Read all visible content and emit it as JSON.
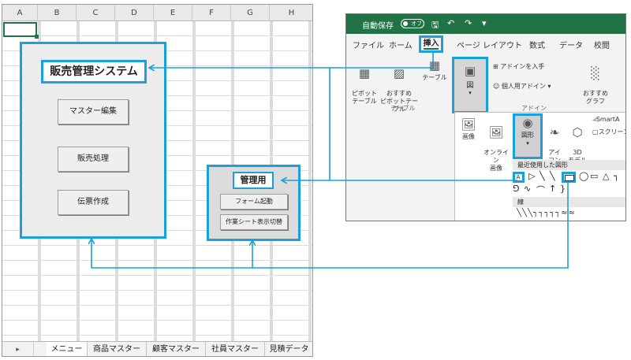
{
  "spreadsheet": {
    "columns": [
      "A",
      "B",
      "C",
      "D",
      "E",
      "F",
      "G",
      "H"
    ],
    "title": "販売管理システム",
    "buttons": [
      "マスター編集",
      "販売処理",
      "伝票作成"
    ],
    "admin": {
      "label": "管理用",
      "buttons": [
        "フォーム起動",
        "作業シート表示切替"
      ]
    },
    "tab_nav": "▸",
    "sheet_tabs": [
      "メニュー",
      "商品マスター",
      "顧客マスター",
      "社員マスター",
      "見積データ"
    ]
  },
  "ribbon": {
    "autosave_label": "自動保存",
    "autosave_state": "オフ",
    "tabs": [
      "ファイル",
      "ホーム",
      "挿入",
      "ページ レイアウト",
      "数式",
      "データ",
      "校閲"
    ],
    "active_tab": "挿入",
    "table_group": {
      "items": [
        {
          "label": "ピボット\nテーブル",
          "icon": "pivot-table-icon"
        },
        {
          "label": "おすすめ\nピボットテーブル",
          "icon": "recommended-pivot-icon"
        },
        {
          "label": "テーブル",
          "icon": "table-icon"
        }
      ],
      "label": "テーブル"
    },
    "illustration_button": "図",
    "addin_group": {
      "get_addins": "アドインを入手",
      "my_addins": "個人用アドイン",
      "label": "アドイン"
    },
    "chart_group": {
      "recommended": "おすすめ\nグラフ"
    },
    "dropdown": {
      "items": [
        "画像",
        "オンライン\n画像",
        "図形",
        "アイ\nコン",
        "3D\nモデル"
      ],
      "smartart": "SmartA",
      "screenshot": "スクリーン",
      "recent_label": "最近使用した図形",
      "textbox_glyph": "A",
      "line_label": "線"
    }
  },
  "colors": {
    "highlight": "#1aa0dc",
    "excel_green": "#217346"
  }
}
